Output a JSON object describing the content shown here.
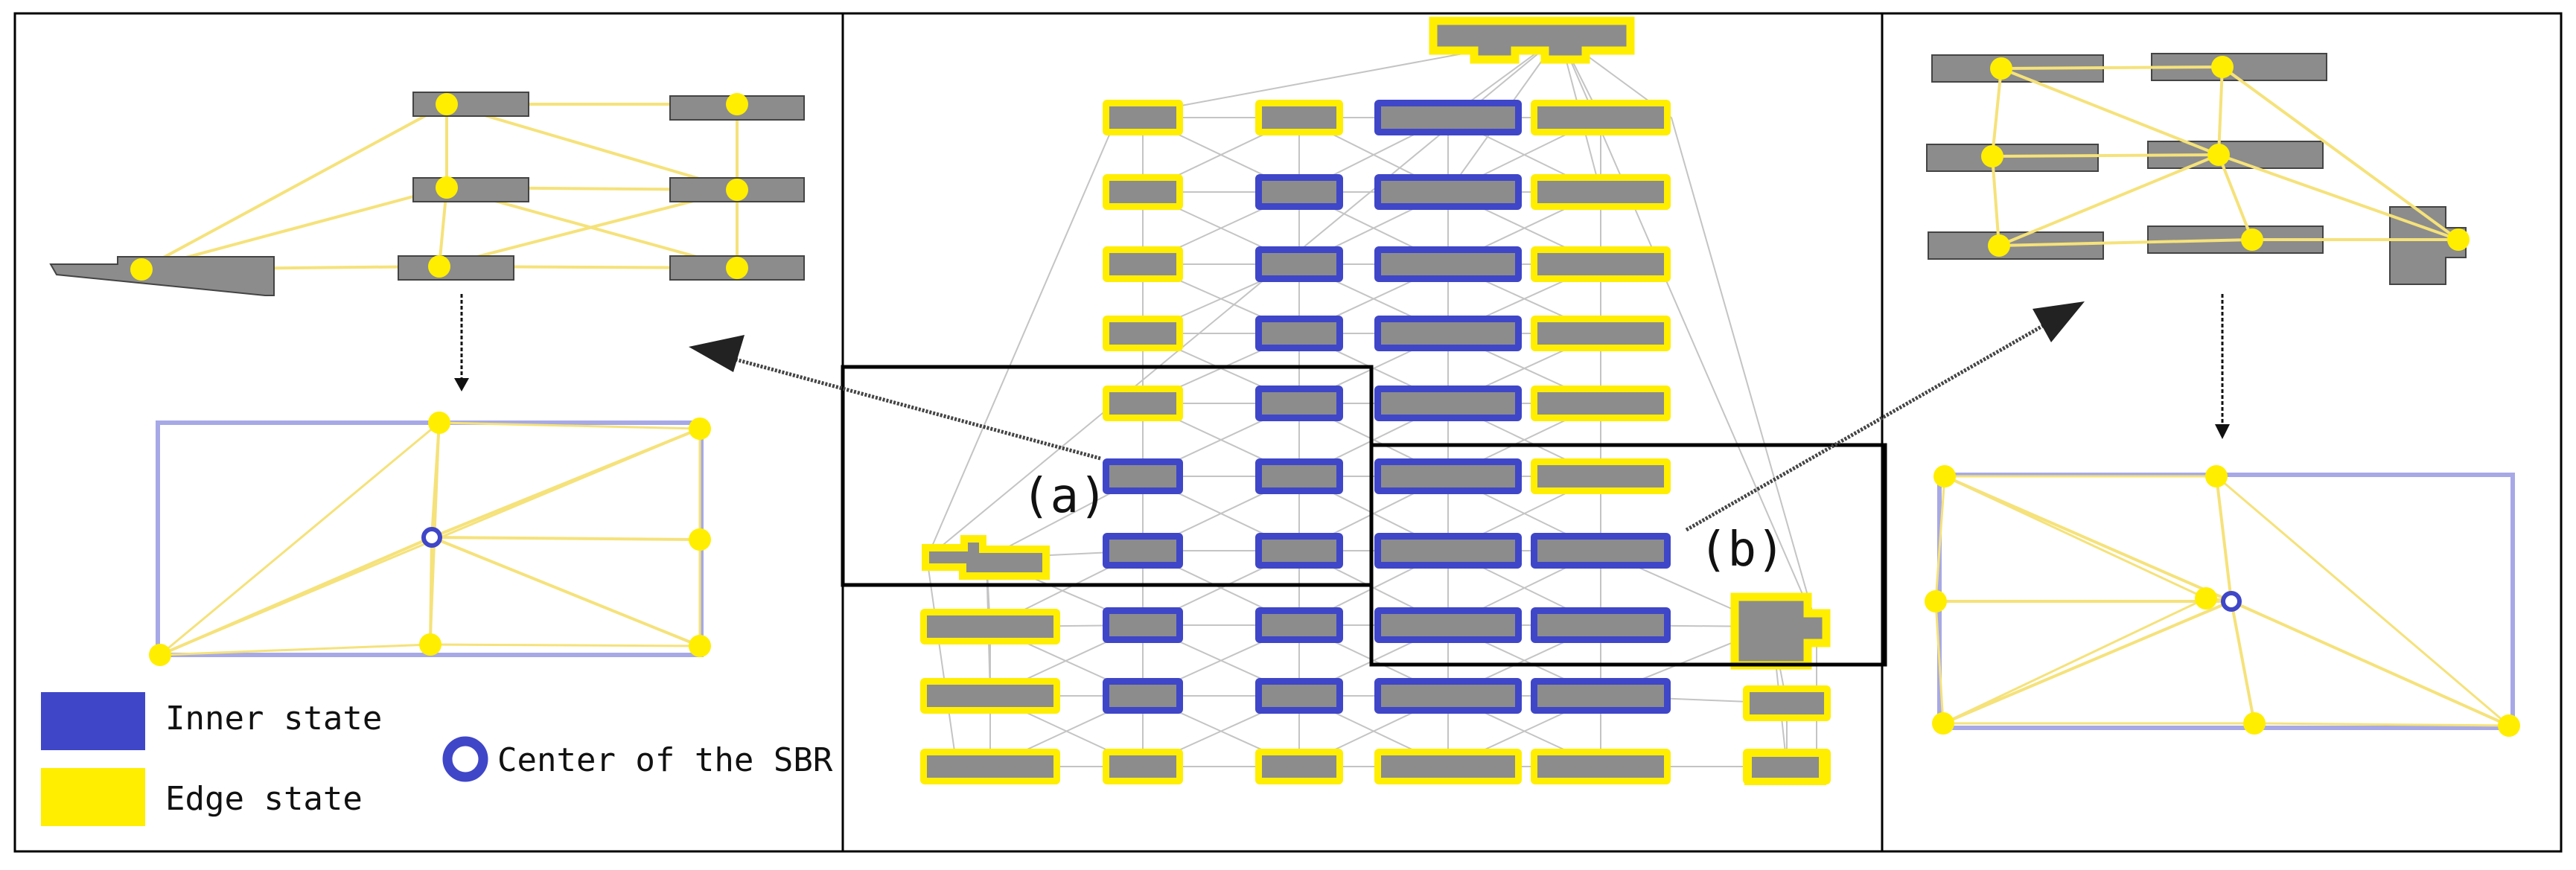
{
  "labels": {
    "panel_a": "(a)",
    "panel_b": "(b)"
  },
  "legend": {
    "inner_state": "Inner state",
    "edge_state": "Edge state",
    "center": "Center of the SBR"
  },
  "colors": {
    "inner": "#3f46c8",
    "edge": "#ffee00",
    "building": "#8c8c8c",
    "edge_line": "#f5e27a",
    "bounding_rect": "#a7a9e6",
    "grid_line": "#c4c4c4"
  },
  "icons": [
    "arrow-down-icon",
    "arrow-left-icon",
    "arrow-right-icon",
    "center-ring-icon"
  ]
}
